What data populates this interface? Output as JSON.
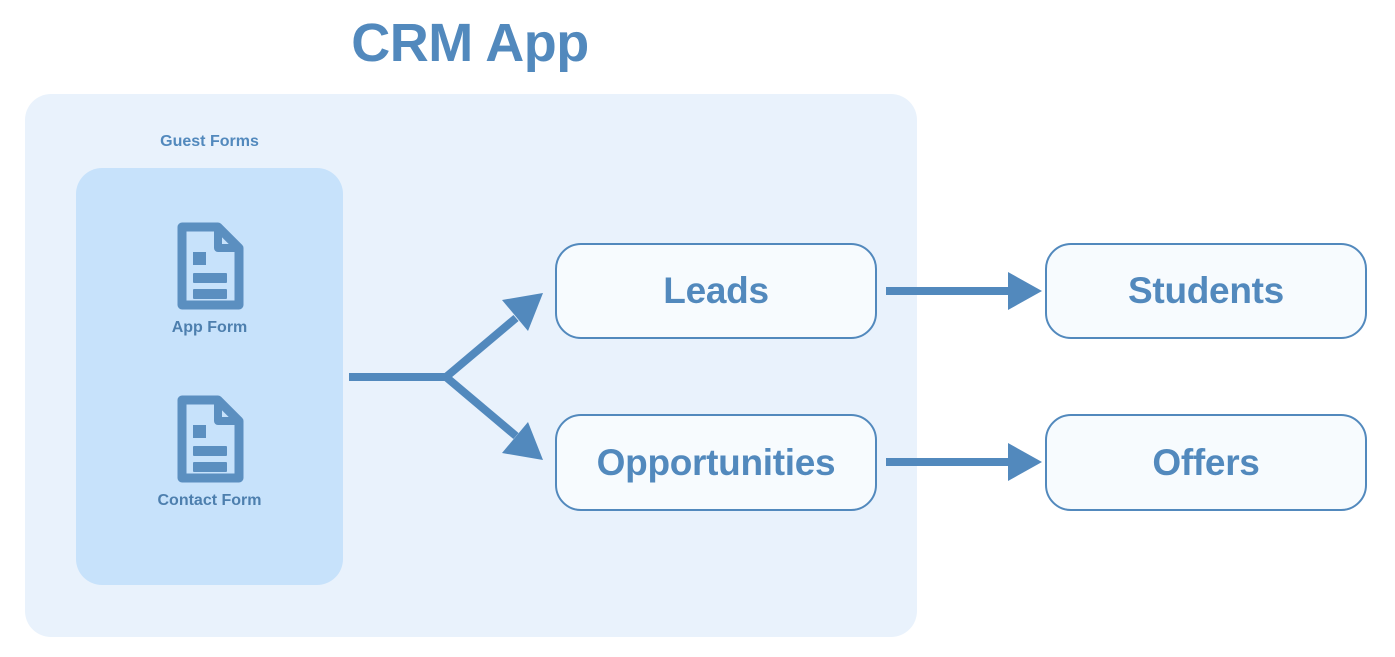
{
  "diagram": {
    "title": "CRM App",
    "colors": {
      "accent": "#5289bd",
      "panel_background": "#e9f2fc",
      "inner_box_background": "#c7e2fb",
      "entity_fill": "#f7fbfe",
      "icon": "#5b8fc0",
      "page_background": "#ffffff"
    },
    "group": {
      "label": "Guest Forms",
      "forms": [
        {
          "icon": "document-icon",
          "label": "App Form"
        },
        {
          "icon": "document-icon",
          "label": "Contact Form"
        }
      ]
    },
    "entities": [
      {
        "id": "leads",
        "label": "Leads"
      },
      {
        "id": "opportunities",
        "label": "Opportunities"
      },
      {
        "id": "students",
        "label": "Students"
      },
      {
        "id": "offers",
        "label": "Offers"
      }
    ],
    "connections": [
      {
        "from": "guest-forms",
        "to": "leads",
        "style": "fork-branch-up"
      },
      {
        "from": "guest-forms",
        "to": "opportunities",
        "style": "fork-branch-down"
      },
      {
        "from": "leads",
        "to": "students",
        "style": "straight"
      },
      {
        "from": "opportunities",
        "to": "offers",
        "style": "straight"
      }
    ]
  }
}
